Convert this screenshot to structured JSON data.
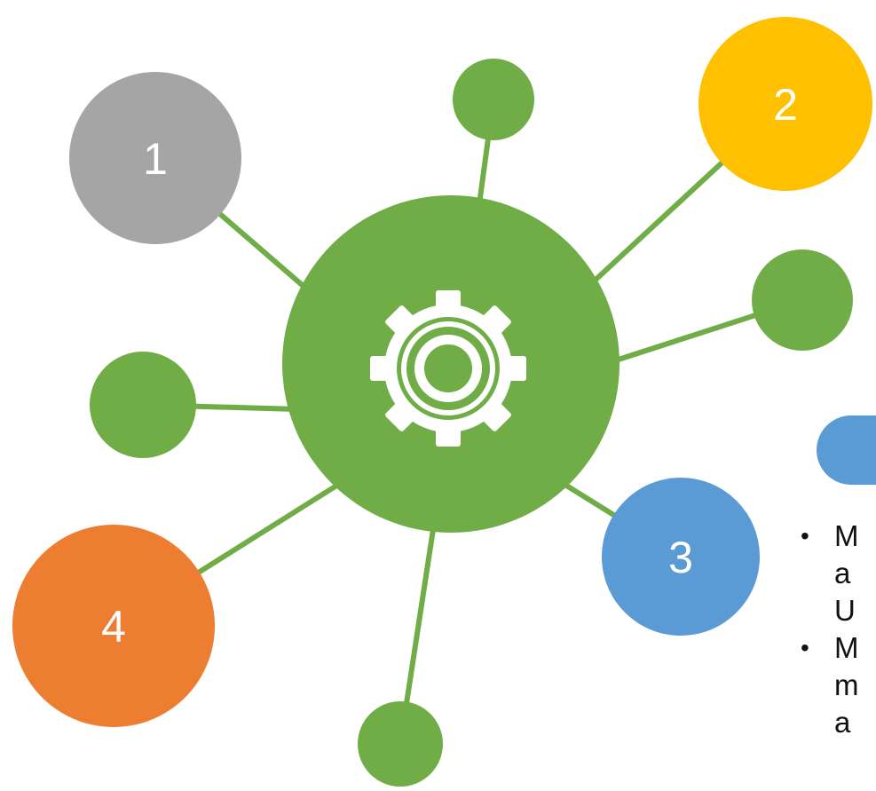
{
  "diagram": {
    "nodes": [
      {
        "label": "1",
        "color": "#a5a5a5"
      },
      {
        "label": "2",
        "color": "#ffc000"
      },
      {
        "label": "3",
        "color": "#5b9bd5"
      },
      {
        "label": "4",
        "color": "#ed7d31"
      }
    ],
    "hub": {
      "color": "#70ad47",
      "icon": "gear-icon"
    },
    "connector_color": "#70ad47"
  },
  "sidebar": {
    "header_color": "#5b9bd5",
    "bullets": [
      {
        "lines": [
          "M",
          "a",
          "U"
        ]
      },
      {
        "lines": [
          "M",
          "m",
          "a"
        ]
      }
    ]
  }
}
